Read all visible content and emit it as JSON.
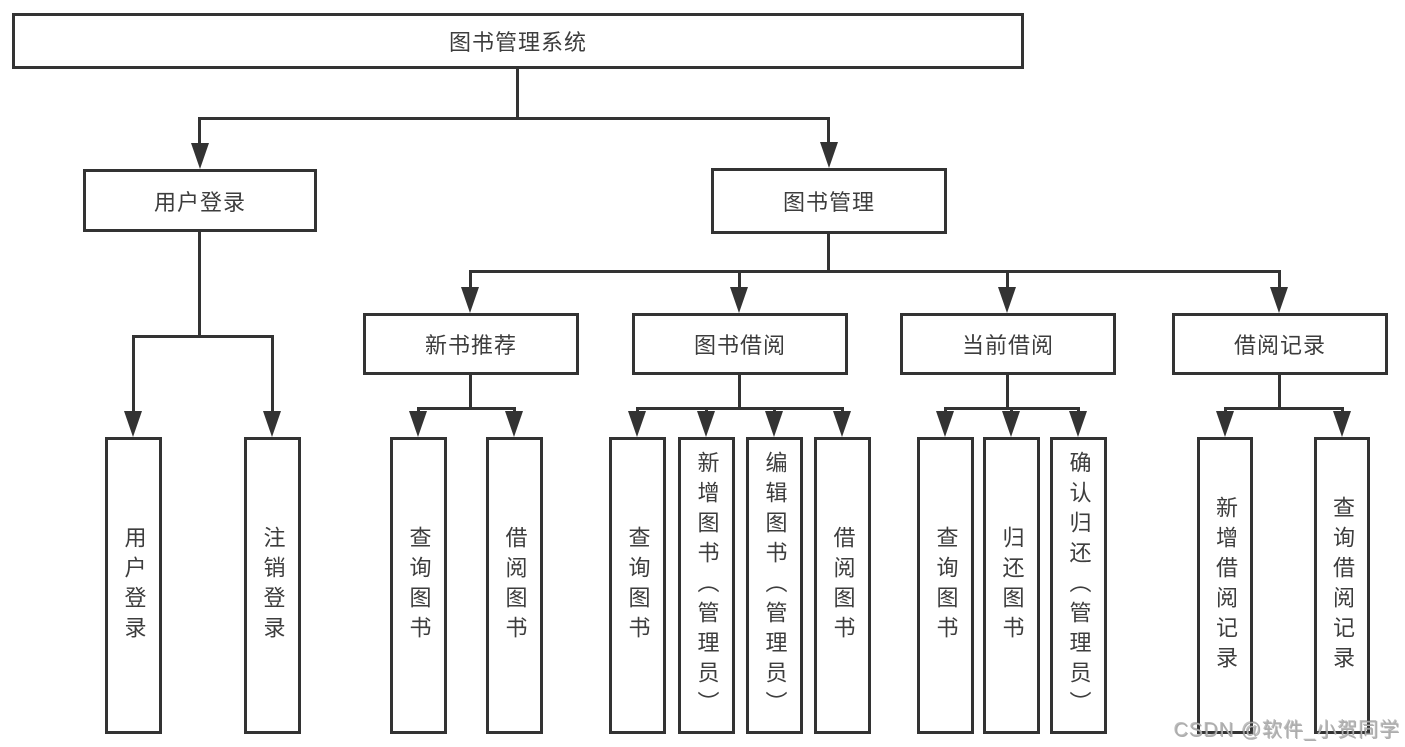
{
  "diagram": {
    "title": "图书管理系统",
    "root": {
      "label": "图书管理系统"
    },
    "branches": [
      {
        "label": "用户登录",
        "children": [
          {
            "label": "用户登录"
          },
          {
            "label": "注销登录"
          }
        ]
      },
      {
        "label": "图书管理",
        "children": [
          {
            "label": "新书推荐",
            "children": [
              {
                "label": "查询图书"
              },
              {
                "label": "借阅图书"
              }
            ]
          },
          {
            "label": "图书借阅",
            "children": [
              {
                "label": "查询图书"
              },
              {
                "label": "新增图书（管理员）"
              },
              {
                "label": "编辑图书（管理员）"
              },
              {
                "label": "借阅图书"
              }
            ]
          },
          {
            "label": "当前借阅",
            "children": [
              {
                "label": "查询图书"
              },
              {
                "label": "归还图书"
              },
              {
                "label": "确认归还（管理员）"
              }
            ]
          },
          {
            "label": "借阅记录",
            "children": [
              {
                "label": "新增借阅记录"
              },
              {
                "label": "查询借阅记录"
              }
            ]
          }
        ]
      }
    ]
  },
  "watermark": {
    "text": "CSDN @软件_小贺同学"
  },
  "colors": {
    "line": "#333333",
    "text": "#3d3d3d",
    "watermark": "#adadad",
    "background": "#ffffff"
  }
}
